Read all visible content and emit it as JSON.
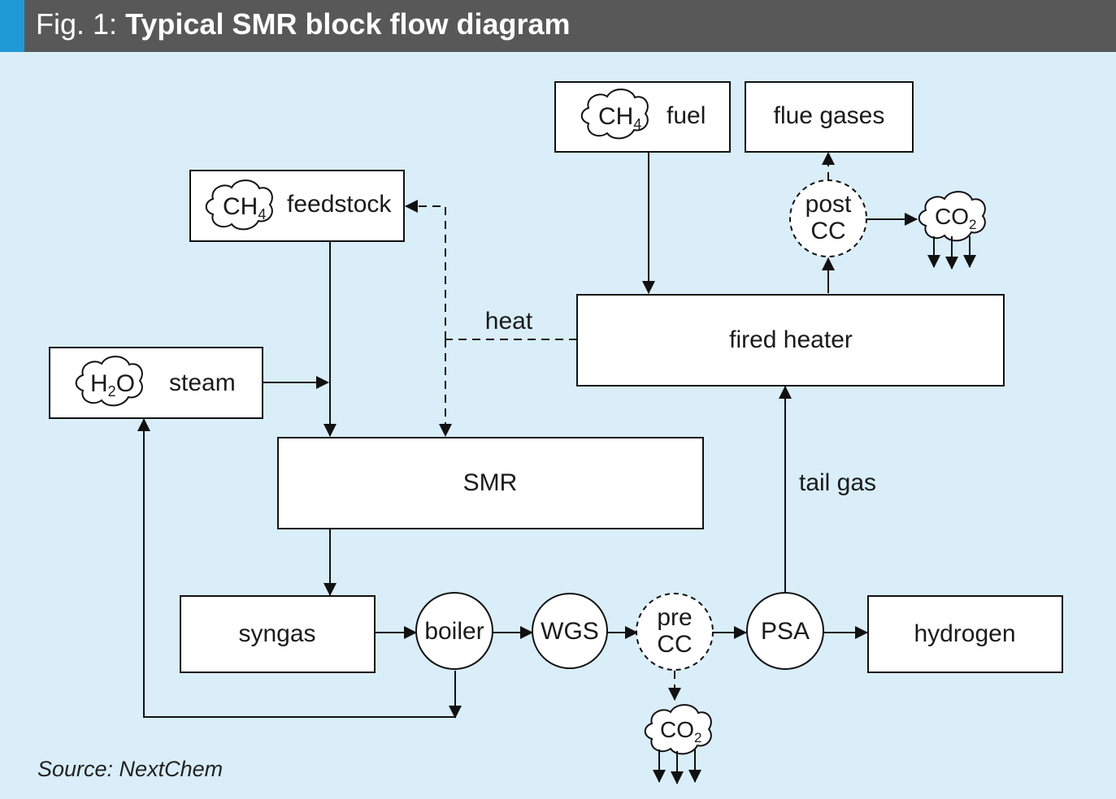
{
  "header": {
    "fig_label": "Fig. 1:",
    "title": "Typical SMR block flow diagram",
    "accent_color": "#1f9ad6",
    "bar_color": "#595859"
  },
  "background_color": "#d9eef8",
  "nodes": {
    "feedstock": {
      "chem": "CH",
      "sub": "4",
      "label": "feedstock"
    },
    "fuel": {
      "chem": "CH",
      "sub": "4",
      "label": "fuel"
    },
    "steam": {
      "chem_pre": "H",
      "sub": "2",
      "chem_post": "O",
      "label": "steam"
    },
    "flue_gases": {
      "label": "flue gases"
    },
    "fired_heater": {
      "label": "fired heater"
    },
    "smr": {
      "label": "SMR"
    },
    "syngas": {
      "label": "syngas"
    },
    "hydrogen": {
      "label": "hydrogen"
    },
    "boiler": {
      "label": "boiler"
    },
    "wgs": {
      "label": "WGS"
    },
    "pre_cc": {
      "line1": "pre",
      "line2": "CC"
    },
    "psa": {
      "label": "PSA"
    },
    "post_cc": {
      "line1": "post",
      "line2": "CC"
    },
    "co2_post": {
      "chem": "CO",
      "sub": "2"
    },
    "co2_pre": {
      "chem": "CO",
      "sub": "2"
    }
  },
  "edge_labels": {
    "heat": "heat",
    "tail_gas": "tail gas"
  },
  "source": "Source: NextChem"
}
